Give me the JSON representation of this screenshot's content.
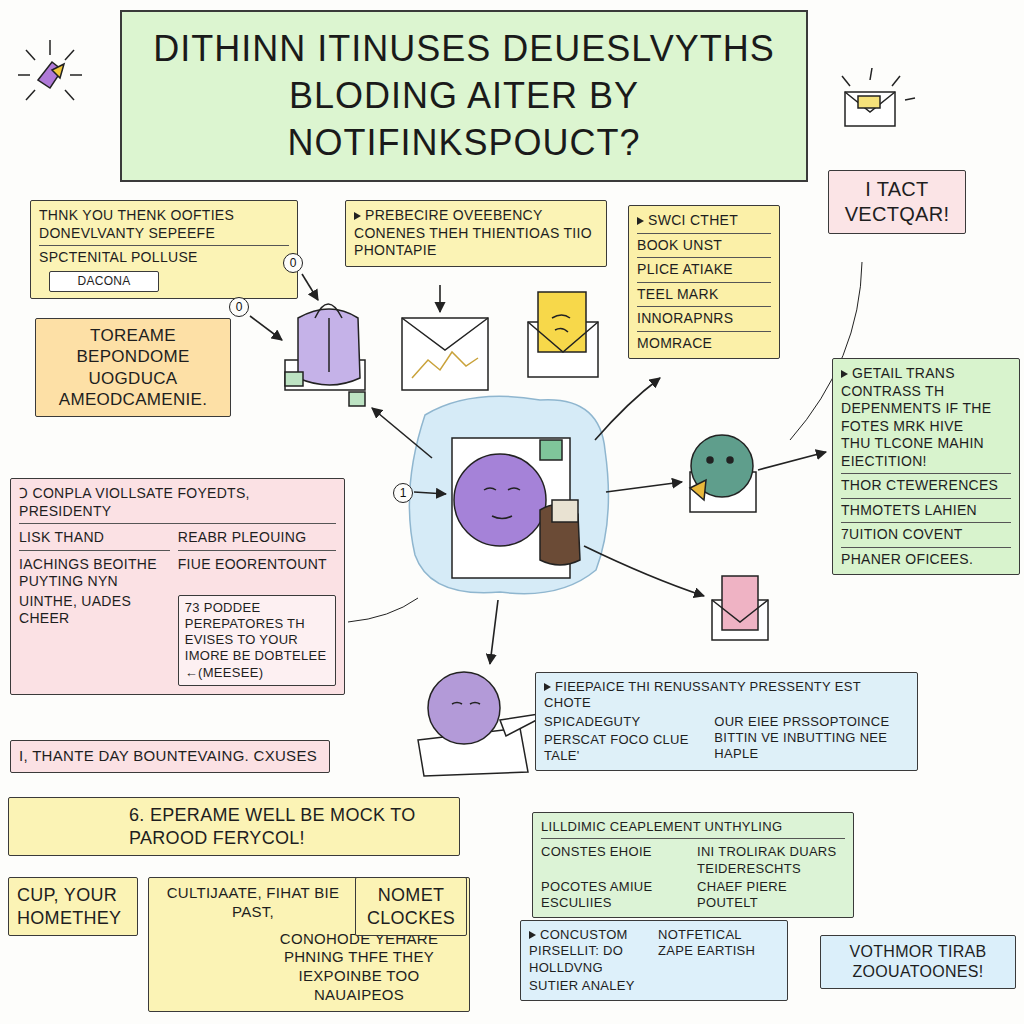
{
  "diagram": {
    "title": "DITHINN ITINUSES DEUESLVYTHS BLODING AITER BY NOTIFINKSPOUCT?",
    "nodes": [
      {
        "text": [
          "THNK YOU THENK OOFTIES DONEVLVANTY SEPEEFE",
          "SPCTENITAL POLLUSE"
        ]
      },
      {
        "text": [
          "DACONA"
        ],
        "in": 0
      },
      {
        "text": [
          "PREBECIRE OVEEBENCY CONENES THEH THIENTIOAS TIIO PHONTAPIE"
        ]
      },
      {
        "text": [
          "SWCI CTHET",
          "BOOK UNST",
          "PLICE ATIAKE",
          "TEEL MARK",
          "INNORAPNRS",
          "MOMRACE"
        ]
      },
      {
        "text": [
          "I TACT VECTQAR!"
        ]
      },
      {
        "text": [
          "TOREAME BEPONDOME UOGDUCA AMEODCAMENIE."
        ]
      },
      {
        "text": [
          "Ↄ CONPLA VIOLLSATE FOYEDTS, PRESIDENTY",
          "LISK THAND",
          "REABR PLEOUING",
          "IACHINGS BEOITHE PUYTING NYN",
          "FIUE EOORENTOUNT",
          "UINTHE, UADES CHEER"
        ]
      },
      {
        "text": [
          "73 PODDEE PEREPATORES TH EVISES TO YOUR IMORE BE DOBTELEE ←(MEESEE)"
        ],
        "in": 6
      },
      {
        "text": [
          "I, THANTE DAY BOUNTEVAING. CXUSES"
        ]
      },
      {
        "text": [
          "GETAIL TRANS CONTRASS TH DEPENMENTS IF THE FOTES MRK HIVE",
          "THU TLCONE MAHIN EIECTITION!",
          "THOR CTEWERENCES",
          "THMOTETS LAHIEN",
          "7UITION COVENT",
          "PHANER OFICEES."
        ]
      },
      {
        "text": [
          "FIEEPAICE THI RENUSSANTY PRESSENTY EST CHOTE",
          "SPICADEGUTY",
          "OUR EIEE PRSSOPTOINCE BITTIN VE INBUTTING NEE HAPLE",
          "PERSCAT FOCO CLUE TALE'"
        ]
      },
      {
        "text": [
          "6. EPERAME WELL BE MOCK TO PAROOD FERYCOL!"
        ]
      },
      {
        "text": [
          "LILLDIMIC CEAPLEMENT UNTHYLING",
          "CONSTES EHOIE",
          "INI TROLIRAK DUARS TEIDERESCHTS",
          "POCOTES AMIUE ESCULIIES",
          "CHAEF PIERE POUTELT"
        ]
      },
      {
        "text": [
          "CUP, YOUR HOMETHEY"
        ]
      },
      {
        "text": [
          "CULTIJAATE, FIHAT BIE PAST,",
          "CONOHODE YEHARE PHNING THFE THEY IEXPOINBE TOO NAUAIPEOS"
        ]
      },
      {
        "text": [
          "NOMET CLOCKES"
        ]
      },
      {
        "text": [
          "CONCUSTOM PIRSELLIT: DO HOLLDVNG",
          "NOTFETICAL ZAPE EARTISH",
          "SUTIER ANALEY"
        ]
      },
      {
        "text": [
          "VOTHMOR TIRAB ZOOUATOONES!"
        ]
      }
    ],
    "labels": [
      "0",
      "0",
      "1"
    ]
  }
}
